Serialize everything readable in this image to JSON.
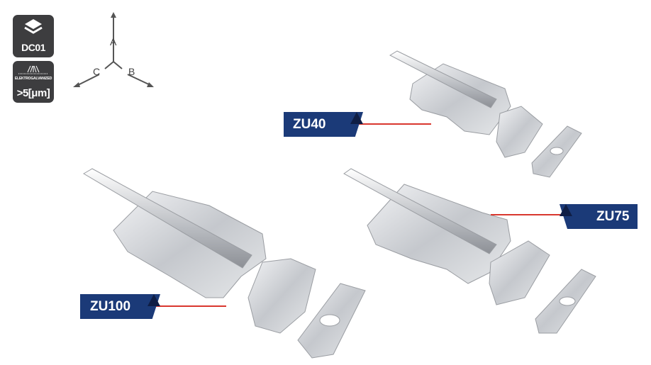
{
  "badges": {
    "material": {
      "icon": "layers-icon",
      "text": "DC01"
    },
    "coating": {
      "icon": "spray-icon",
      "caption": "ELEKTROGALVANIZED",
      "value": ">5[μm]"
    }
  },
  "axes": {
    "a": "A",
    "b": "B",
    "c": "C"
  },
  "products": [
    {
      "label": "ZU40"
    },
    {
      "label": "ZU75"
    },
    {
      "label": "ZU100"
    }
  ],
  "colors": {
    "label_bg": "#1b3a78",
    "label_accent": "#0f1e45",
    "leader_line": "#d9372e",
    "badge_bg": "#3d3d3f"
  }
}
